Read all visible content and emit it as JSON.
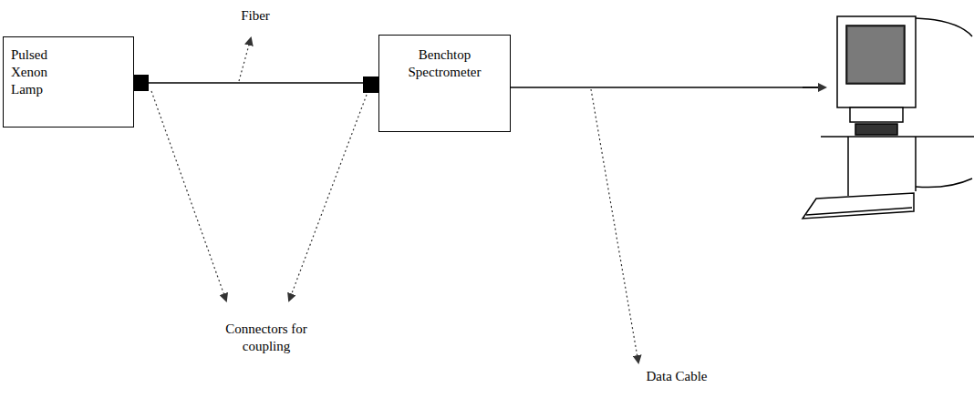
{
  "diagram": {
    "nodes": [
      {
        "text": [
          "Pulsed Xenon Lamp"
        ]
      },
      {
        "text": [
          "Benchtop Spectrometer"
        ]
      }
    ],
    "edges": [
      {
        "from": 0,
        "to": 1,
        "arrow": "none"
      }
    ],
    "labels": [
      "Fiber",
      "Connectors for coupling",
      "Data Cable"
    ]
  }
}
